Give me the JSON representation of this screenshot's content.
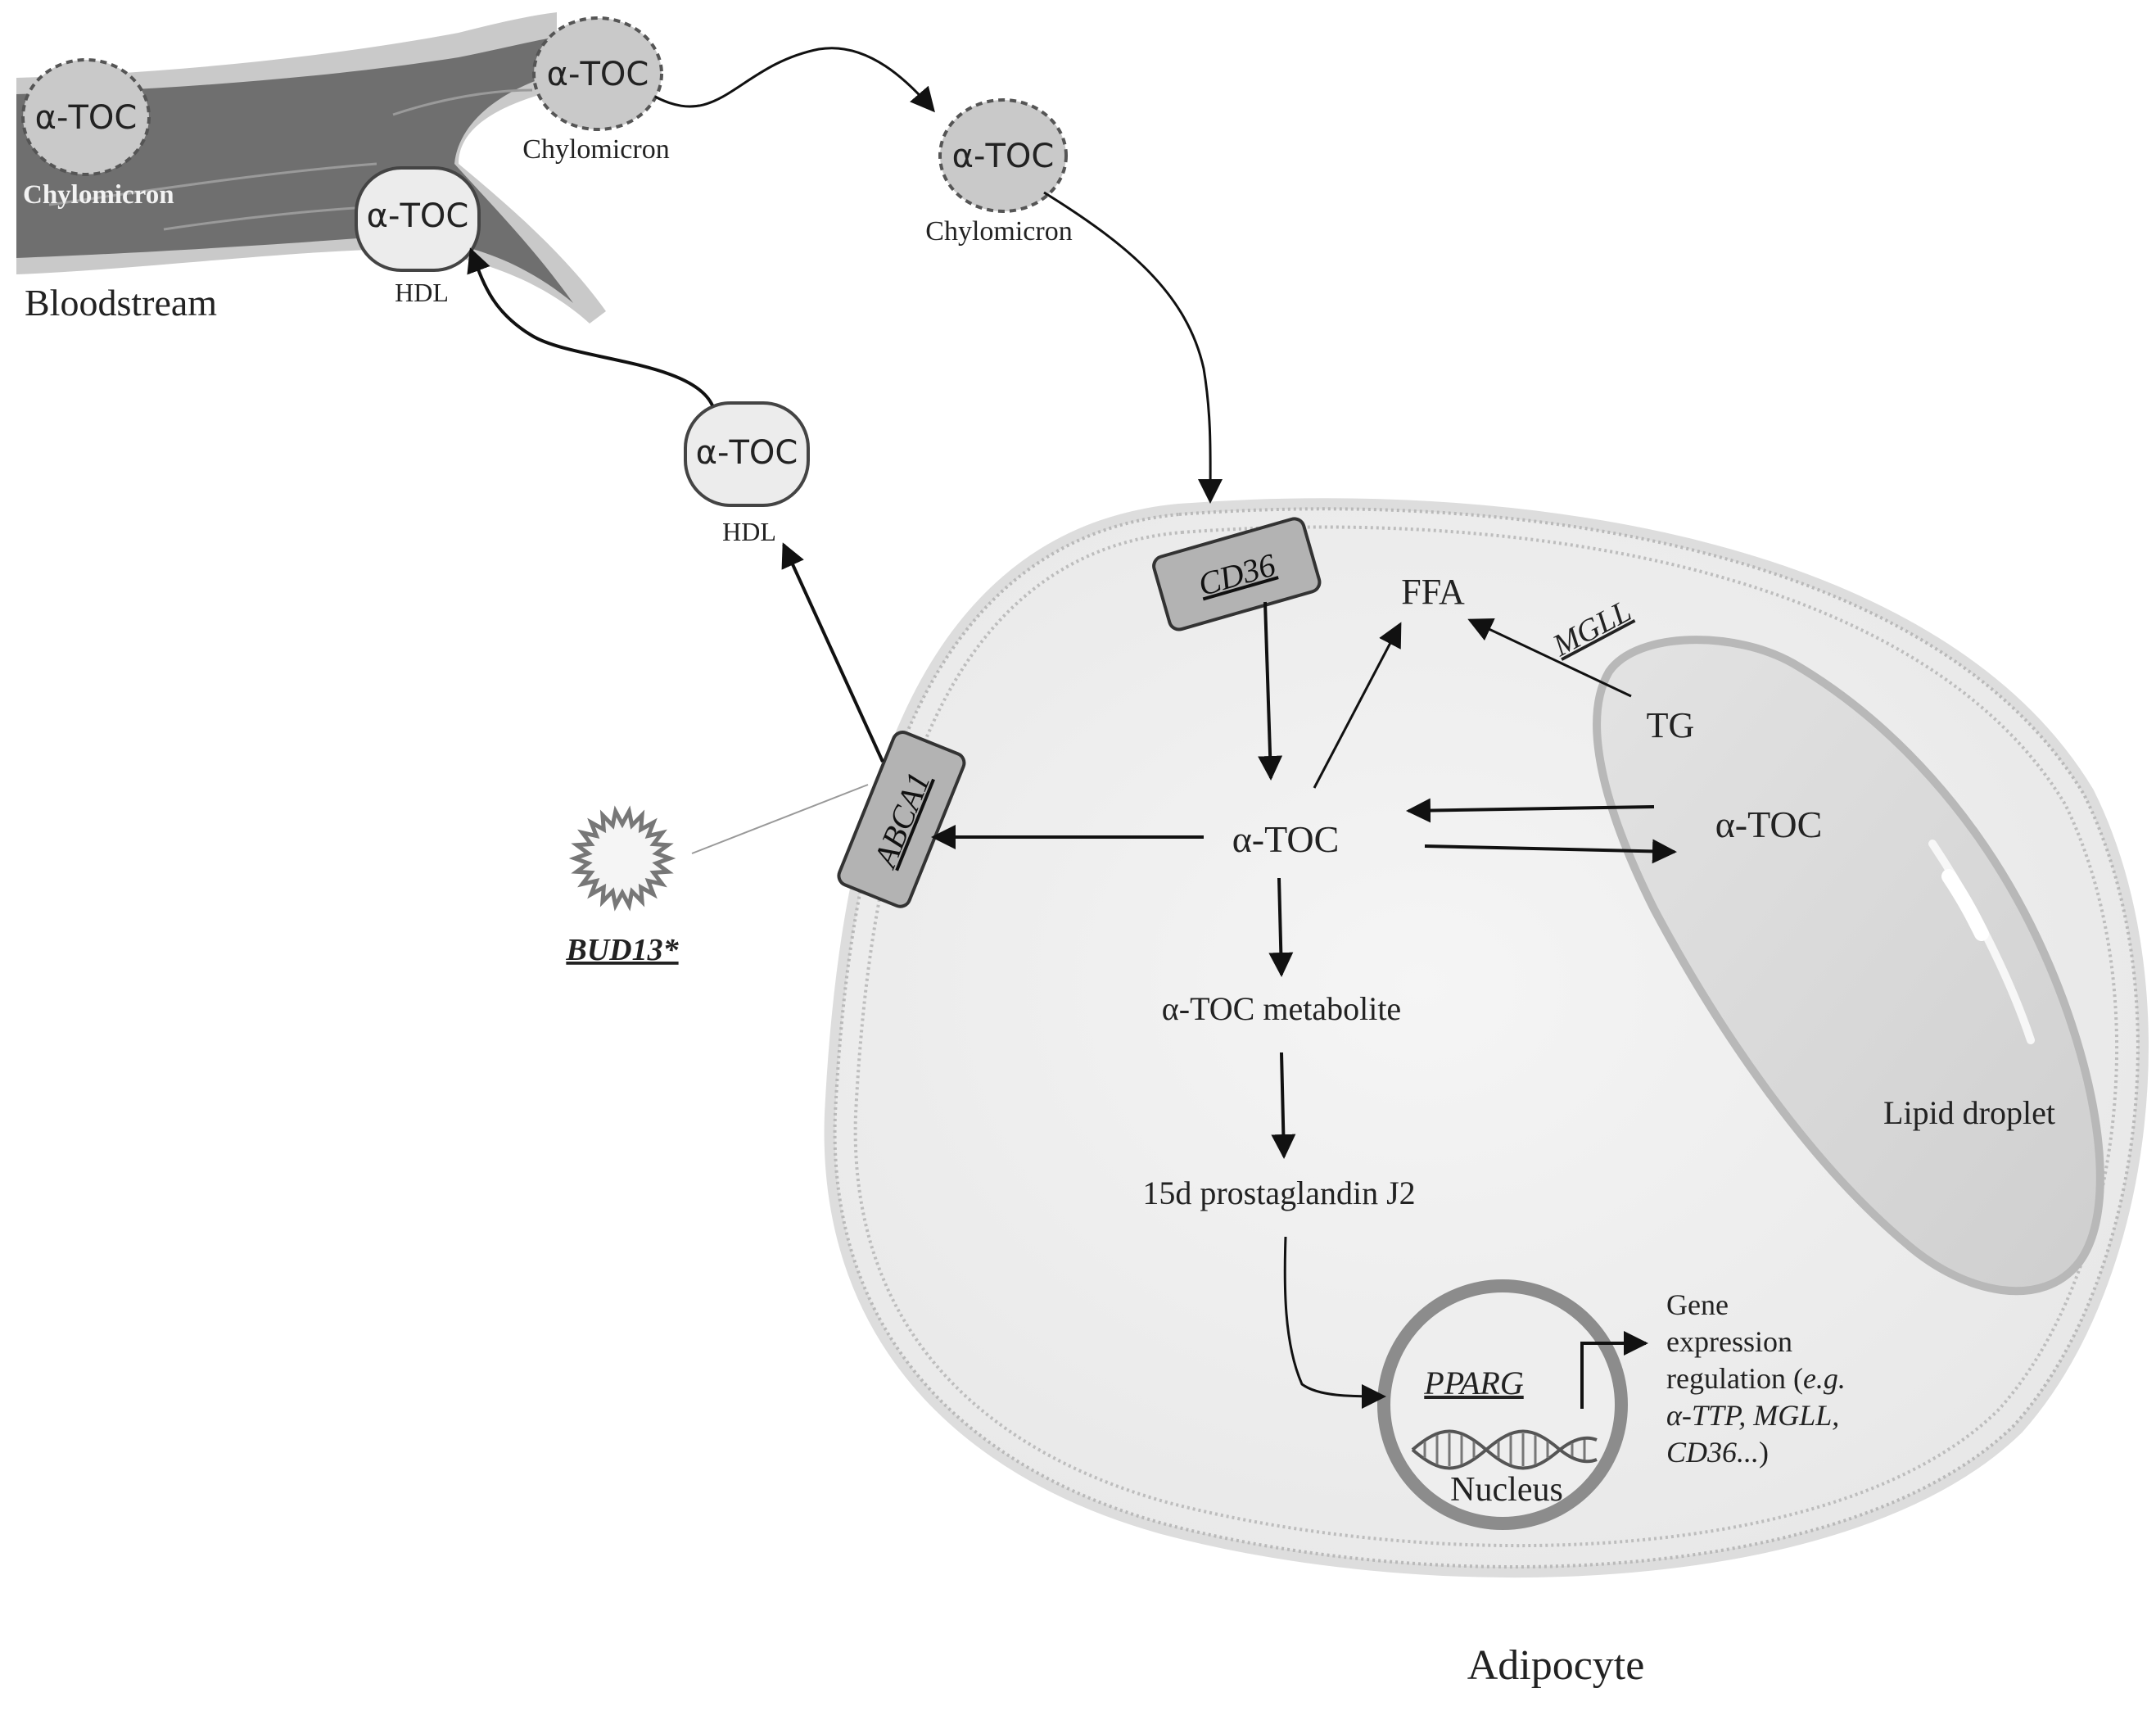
{
  "bloodstream": {
    "title": "Bloodstream",
    "vessel_label": "Chylomicron",
    "particles": {
      "chylo_left": {
        "inner": "α-TOC"
      },
      "chylo_top": {
        "inner": "α-TOC",
        "caption": "Chylomicron"
      },
      "hdl_vessel": {
        "inner": "α-TOC",
        "caption": "HDL"
      }
    }
  },
  "chylo_free": {
    "inner": "α-TOC",
    "caption": "Chylomicron"
  },
  "hdl_free": {
    "inner": "α-TOC",
    "caption": "HDL"
  },
  "receptors": {
    "cd36": "CD36",
    "abca1": "ABCA1"
  },
  "bud13": "BUD13*",
  "cell": {
    "title": "Adipocyte",
    "ffa": "FFA",
    "mgll": "MGLL",
    "tg": "TG",
    "atoc_center": "α-TOC",
    "atoc_droplet": "α-TOC",
    "metabolite": "α-TOC metabolite",
    "prostaglandin": "15d prostaglandin J2",
    "lipid_droplet": "Lipid droplet",
    "nucleus": {
      "pparg": "PPARG",
      "label": "Nucleus"
    },
    "gene_expr": {
      "line1": "Gene",
      "line2": "expression",
      "line3_plain": "regulation (",
      "line3_italic": "e.g.",
      "line4": "α-TTP, MGLL,",
      "line5_italic": "CD36...",
      "line5_plain": ")"
    }
  },
  "colors": {
    "vessel_dark": "#6e6e6e",
    "vessel_light": "#c8c8c8",
    "particle_fill": "#c9c9c9",
    "hdl_fill": "#ebebeb",
    "cell_fill": "#f0f0f0",
    "droplet_fill": "#d7d7d7",
    "receptor_fill": "#b3b3b3"
  }
}
